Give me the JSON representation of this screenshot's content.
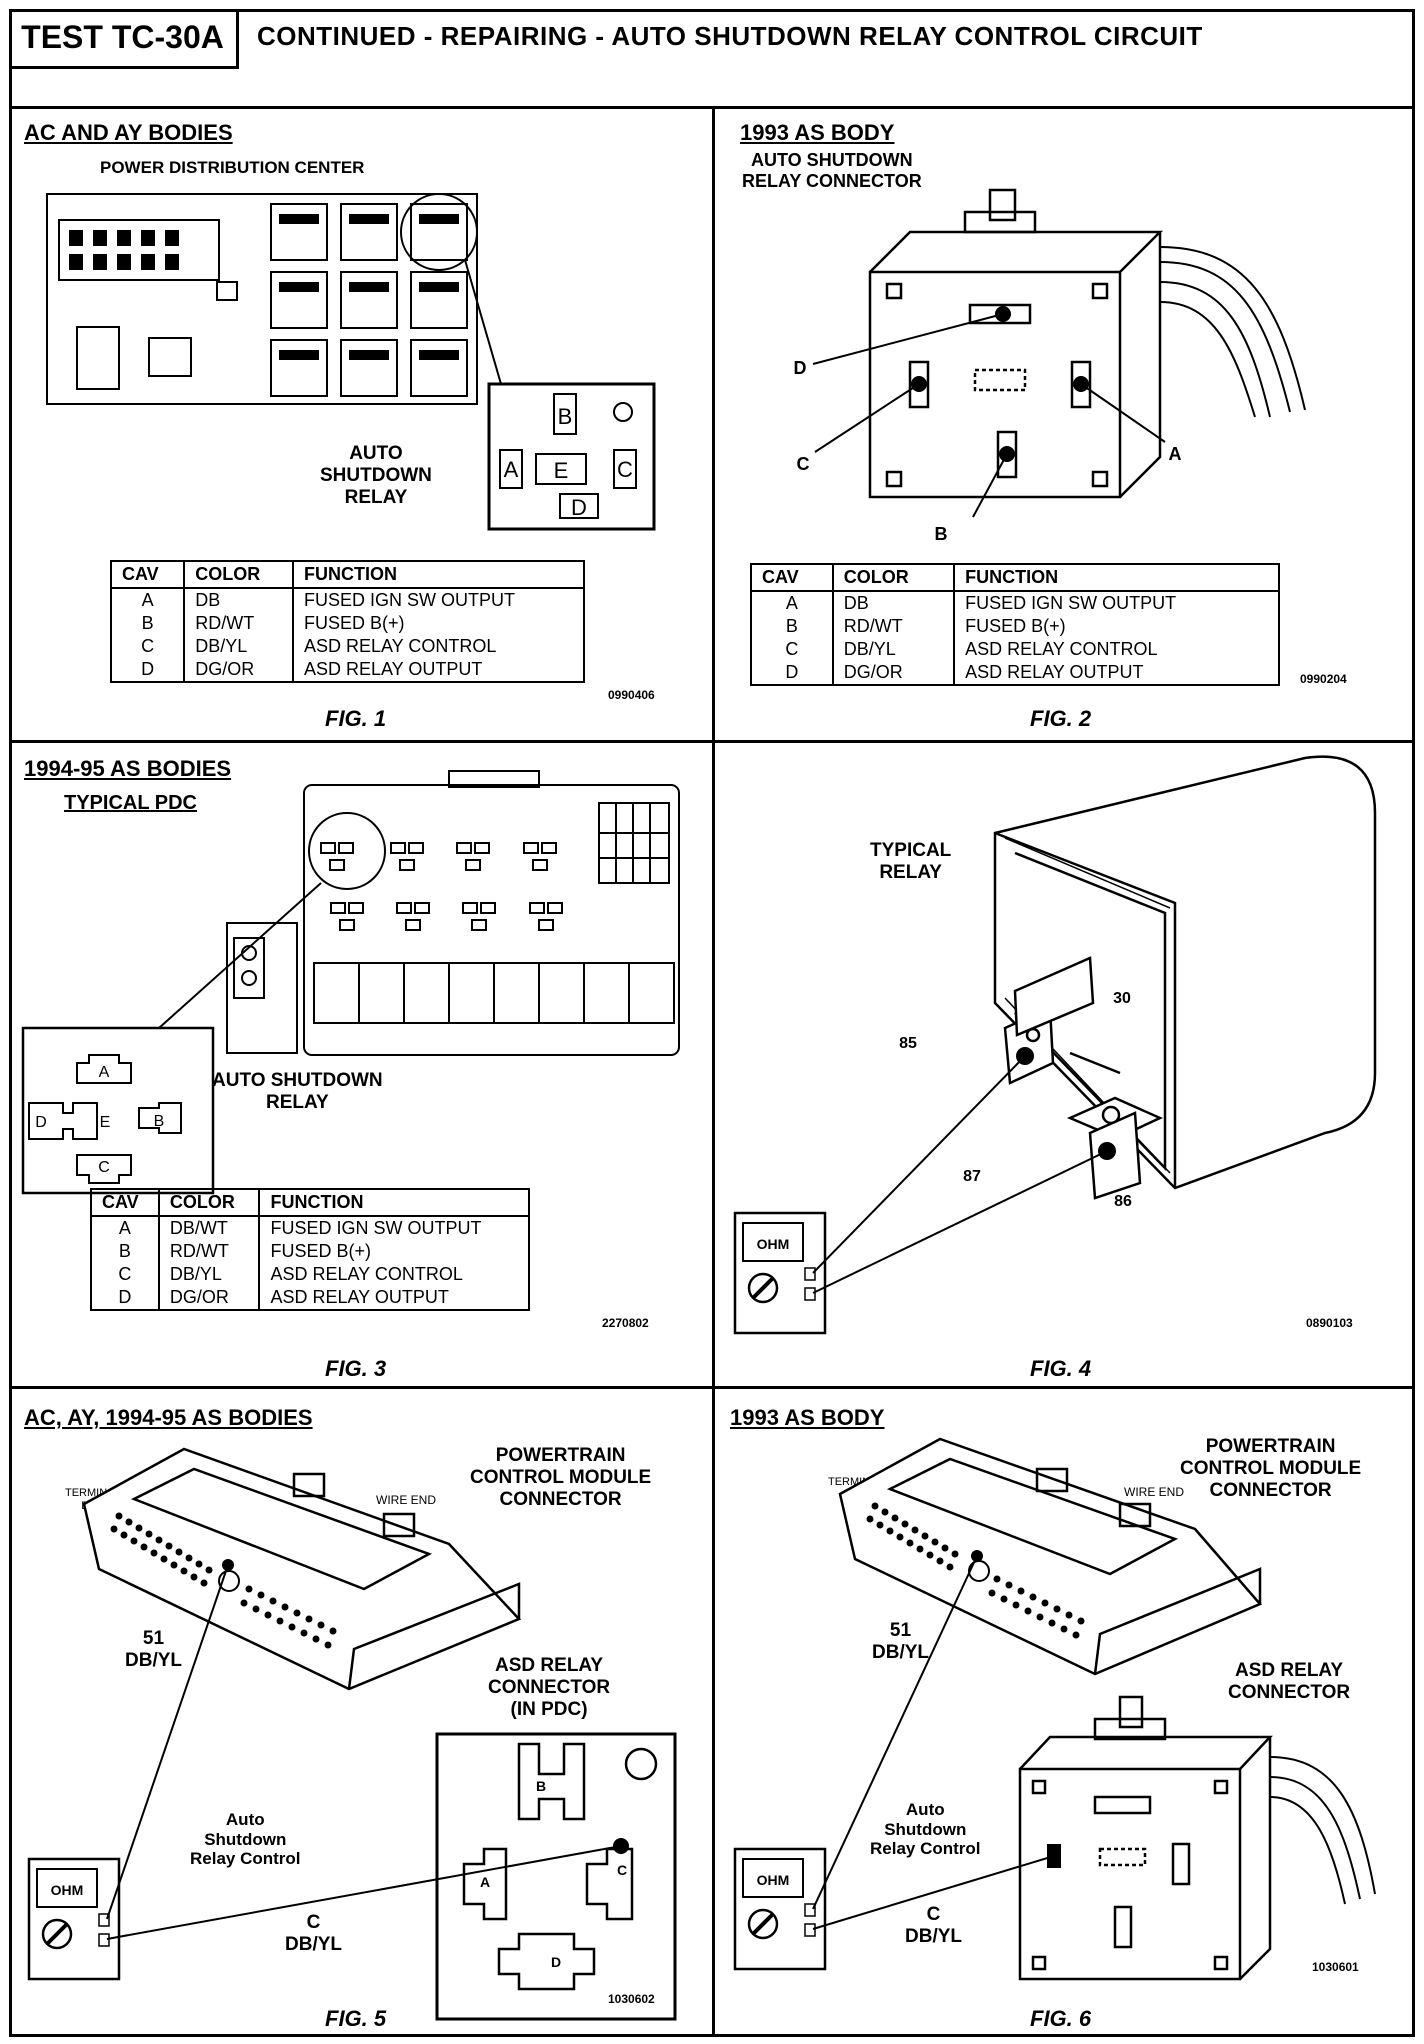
{
  "header": {
    "test_id": "TEST TC-30A",
    "title": "CONTINUED - REPAIRING - AUTO SHUTDOWN RELAY CONTROL CIRCUIT"
  },
  "table_headers": [
    "CAV",
    "COLOR",
    "FUNCTION"
  ],
  "fig1": {
    "panel_title": "AC AND AY BODIES",
    "subtitle": "POWER DISTRIBUTION CENTER",
    "relay_label": "AUTO\nSHUTDOWN\nRELAY",
    "terminals": [
      "A",
      "B",
      "C",
      "D",
      "E"
    ],
    "rows": [
      {
        "cav": "A",
        "color": "DB",
        "function": "FUSED IGN SW OUTPUT"
      },
      {
        "cav": "B",
        "color": "RD/WT",
        "function": "FUSED B(+)"
      },
      {
        "cav": "C",
        "color": "DB/YL",
        "function": "ASD RELAY CONTROL"
      },
      {
        "cav": "D",
        "color": "DG/OR",
        "function": "ASD RELAY OUTPUT"
      }
    ],
    "code": "0990406",
    "fig_label": "FIG. 1"
  },
  "fig2": {
    "panel_title": "1993 AS BODY",
    "subtitle": "AUTO SHUTDOWN\nRELAY CONNECTOR",
    "pin_labels": [
      "A",
      "B",
      "C",
      "D"
    ],
    "rows": [
      {
        "cav": "A",
        "color": "DB",
        "function": "FUSED IGN SW OUTPUT"
      },
      {
        "cav": "B",
        "color": "RD/WT",
        "function": "FUSED B(+)"
      },
      {
        "cav": "C",
        "color": "DB/YL",
        "function": "ASD RELAY CONTROL"
      },
      {
        "cav": "D",
        "color": "DG/OR",
        "function": "ASD RELAY OUTPUT"
      }
    ],
    "code": "0990204",
    "fig_label": "FIG. 2"
  },
  "fig3": {
    "panel_title": "1994-95 AS BODIES",
    "subtitle": "TYPICAL PDC",
    "relay_label": "AUTO SHUTDOWN\nRELAY",
    "terminals": [
      "A",
      "B",
      "C",
      "D",
      "E"
    ],
    "rows": [
      {
        "cav": "A",
        "color": "DB/WT",
        "function": "FUSED IGN SW OUTPUT"
      },
      {
        "cav": "B",
        "color": "RD/WT",
        "function": "FUSED B(+)"
      },
      {
        "cav": "C",
        "color": "DB/YL",
        "function": "ASD RELAY CONTROL"
      },
      {
        "cav": "D",
        "color": "DG/OR",
        "function": "ASD RELAY OUTPUT"
      }
    ],
    "code": "2270802",
    "fig_label": "FIG. 3"
  },
  "fig4": {
    "relay_label": "TYPICAL\nRELAY",
    "pins": [
      "30",
      "85",
      "87",
      "86"
    ],
    "meter_label": "OHM",
    "code": "0890103",
    "fig_label": "FIG. 4"
  },
  "fig5": {
    "panel_title": "AC, AY, 1994-95 AS BODIES",
    "pcm_label": "POWERTRAIN\nCONTROL MODULE\nCONNECTOR",
    "terminal_end": "TERMINAL\nEND",
    "wire_end": "WIRE END",
    "pin_label": "51\nDB/YL",
    "asd_label": "ASD RELAY\nCONNECTOR\n(IN PDC)",
    "control_label": "Auto\nShutdown\nRelay Control",
    "wire_label": "C\nDB/YL",
    "terminals": [
      "A",
      "B",
      "C",
      "D"
    ],
    "meter_label": "OHM",
    "code": "1030602",
    "fig_label": "FIG. 5"
  },
  "fig6": {
    "panel_title": "1993 AS BODY",
    "pcm_label": "POWERTRAIN\nCONTROL MODULE\nCONNECTOR",
    "terminal_end": "TERMINAL\nEND",
    "wire_end": "WIRE END",
    "pin_label": "51\nDB/YL",
    "asd_label": "ASD RELAY\nCONNECTOR",
    "control_label": "Auto\nShutdown\nRelay Control",
    "wire_label": "C\nDB/YL",
    "meter_label": "OHM",
    "code": "1030601",
    "fig_label": "FIG. 6"
  }
}
